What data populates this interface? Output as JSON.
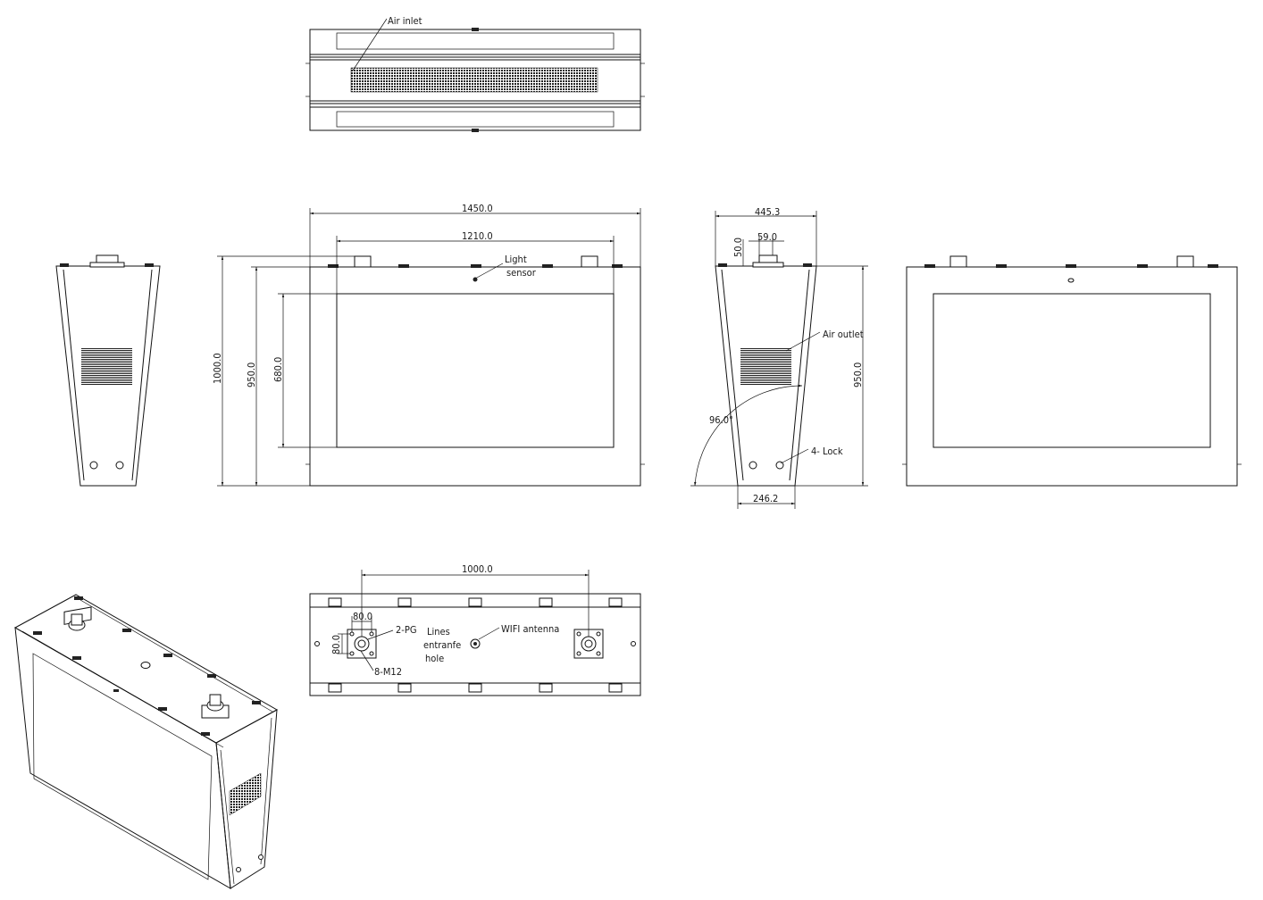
{
  "labels": {
    "air_inlet": "Air inlet",
    "light_sensor_1": "Light",
    "light_sensor_2": "sensor",
    "air_outlet": "Air outlet",
    "lock": "4-   Lock",
    "pg": "2-PG",
    "lines_1": "Lines",
    "lines_2": "entranfe",
    "lines_3": "hole",
    "wifi": "WIFI antenna",
    "m12": "8-M12"
  },
  "dimensions": {
    "width_overall": "1450.0",
    "width_inner": "1210.0",
    "height_overall": "1000.0",
    "height_body": "950.0",
    "height_screen": "680.0",
    "depth_top": "445.3",
    "depth_59": "59.0",
    "depth_50": "50.0",
    "depth_bottom": "246.2",
    "angle": "96.0°",
    "side_height": "950.0",
    "bottom_span": "1000.0",
    "pg_w": "80.0",
    "pg_h": "80.0"
  }
}
